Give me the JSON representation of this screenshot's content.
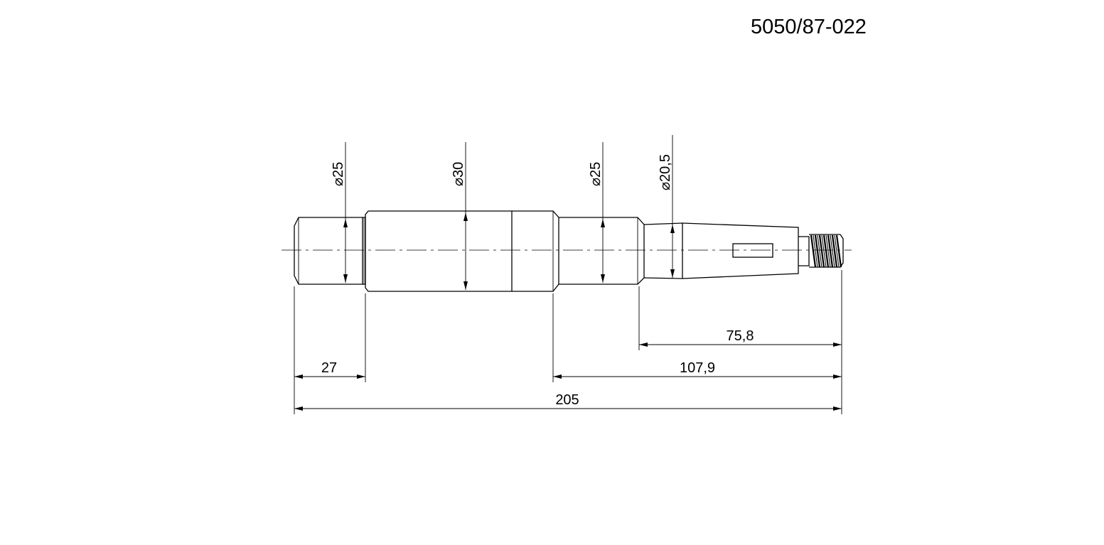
{
  "part_number": "5050/87-022",
  "diameters": {
    "d1": "⌀25",
    "d2": "⌀30",
    "d3": "⌀25",
    "d4": "⌀20,5"
  },
  "lengths": {
    "l1": "27",
    "l2": "107,9",
    "l3": "75,8",
    "total": "205"
  },
  "colors": {
    "line": "#000000",
    "background": "#ffffff"
  }
}
